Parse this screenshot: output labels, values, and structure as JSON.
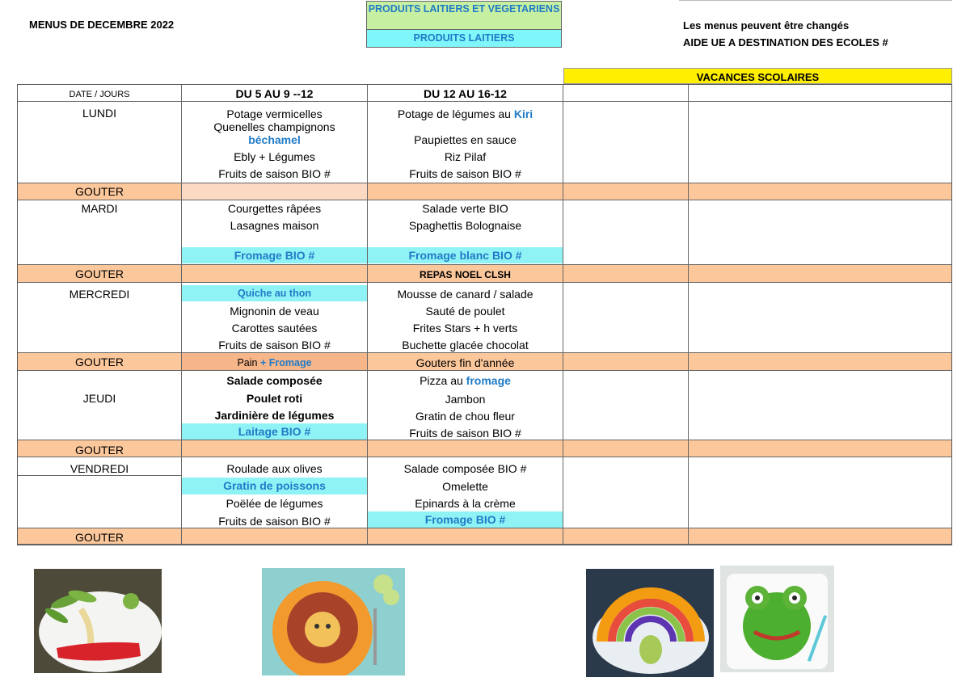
{
  "header": {
    "title": "MENUS DE DECEMBRE 2022",
    "legend_veg": "PRODUITS LAITIERS ET VEGETARIENS",
    "legend_dairy": "PRODUITS LAITIERS",
    "note1": "Les menus peuvent être changés",
    "note2": "AIDE UE A DESTINATION DES ECOLES #",
    "vacances": "VACANCES SCOLAIRES"
  },
  "columns": {
    "dates": "DATE / JOURS",
    "week1": "DU 5 AU 9 --12",
    "week2": "DU 12 AU 16-12"
  },
  "days": {
    "lundi": "LUNDI",
    "mardi": "MARDI",
    "mercredi": "MERCREDI",
    "jeudi": "JEUDI",
    "vendredi": "VENDREDI",
    "gouter": "GOUTER"
  },
  "lundi": {
    "w1": [
      "Potage vermicelles",
      "Quenelles champignons",
      "béchamel",
      "Ebly + Légumes",
      "Fruits de saison BIO #"
    ],
    "w2_a": "Potage de légumes au ",
    "w2_b": "Kiri",
    "w2": [
      "Paupiettes en sauce",
      "Riz Pilaf",
      "Fruits de saison BIO #"
    ]
  },
  "mardi": {
    "w1": [
      "Courgettes râpées",
      "Lasagnes maison",
      "Fromage BIO #"
    ],
    "w2": [
      "Salade  verte BIO",
      "Spaghettis Bolognaise",
      "Fromage blanc BIO #"
    ],
    "gouter_w2": "REPAS NOEL CLSH"
  },
  "mercredi": {
    "w1": [
      "Quiche au thon",
      "Mignonin de veau",
      "Carottes sautées",
      "Fruits de saison BIO #"
    ],
    "w2": [
      "Mousse de canard / salade",
      "Sauté de poulet",
      "Frites Stars + h verts",
      "Buchette glacée chocolat"
    ],
    "gouter_w1_a": "Pain ",
    "gouter_w1_b": "+ Fromage",
    "gouter_w2": "Gouters  fin d'année"
  },
  "jeudi": {
    "w1": [
      "Salade composée",
      "Poulet roti",
      "Jardinière de légumes",
      "Laitage BIO #"
    ],
    "w2_a": "Pizza au ",
    "w2_b": "fromage",
    "w2": [
      "Jambon",
      "Gratin de chou fleur",
      "Fruits de saison BIO #"
    ]
  },
  "vendredi": {
    "w1": [
      "Roulade aux olives",
      "Gratin de poissons",
      "Poëlée de légumes",
      "Fruits de saison BIO #"
    ],
    "w2": [
      "Salade composée BIO #",
      "Omelette",
      "Epinards à la crème",
      "Fromage BIO #"
    ]
  },
  "colors": {
    "gouter_band": "#fcc79b",
    "dairy_highlight": "#8ff3f6",
    "veg_highlight": "#c6efa2",
    "vacances": "#ffef00",
    "dairy_text": "#1f7bc6"
  }
}
